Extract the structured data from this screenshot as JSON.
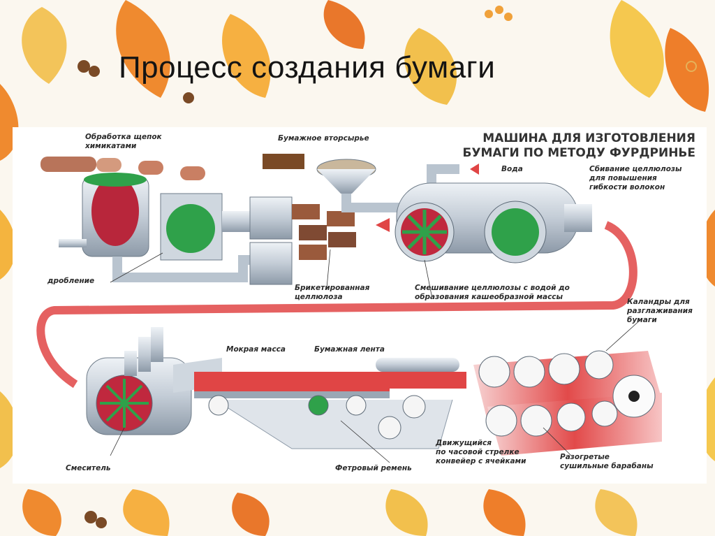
{
  "slide": {
    "title": "Процесс создания бумаги"
  },
  "diagram": {
    "heading_line1": "МАШИНА ДЛЯ ИЗГОТОВЛЕНИЯ",
    "heading_line2": "БУМАГИ ПО МЕТОДУ ФУРДРИНЬЕ",
    "labels": {
      "chips_treatment_1": "Обработка щепок",
      "chips_treatment_2": "химикатами",
      "recycled_paper": "Бумажное вторсырье",
      "water": "Вода",
      "pulp_beating_1": "Сбивание целлюлозы",
      "pulp_beating_2": "для повышения",
      "pulp_beating_3": "гибкости волокон",
      "crushing": "дробление",
      "briquetted_1": "Брикетированная",
      "briquetted_2": "целлюлоза",
      "mixing_1": "Смешивание целлюлозы с водой до",
      "mixing_2": "образования кашеобразной массы",
      "calenders_1": "Каландры для",
      "calenders_2": "разглаживания",
      "calenders_3": "бумаги",
      "wet_mass": "Мокрая масса",
      "paper_web": "Бумажная лента",
      "mixer": "Смеситель",
      "felt_belt": "Фетровый ремень",
      "conveyor_1": "Движущийся",
      "conveyor_2": "по часовой стрелке",
      "conveyor_3": "конвейер с ячейками",
      "drums_1": "Разогретые",
      "drums_2": "сушильные барабаны"
    }
  },
  "colors": {
    "pipe": "#c9d3dc",
    "pulp_green": "#2fa14a",
    "paper_red": "#e04545",
    "brick": "#9a5a3c",
    "leaf_orange": "#f0a13a"
  }
}
